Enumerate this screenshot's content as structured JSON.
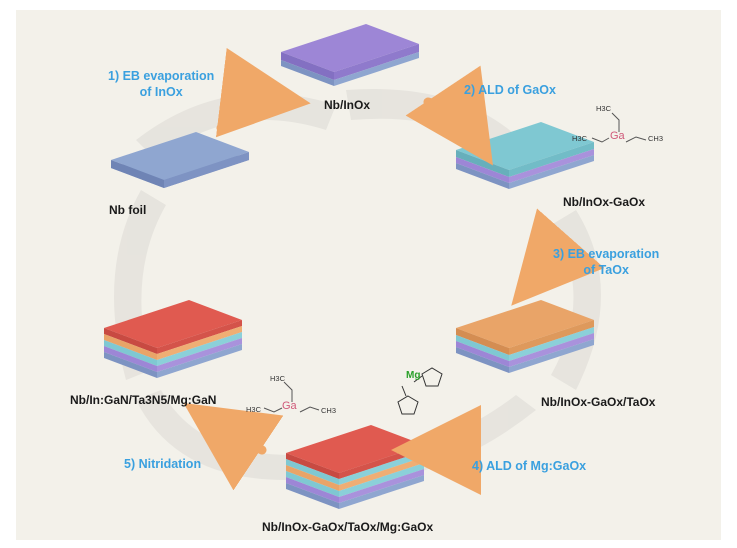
{
  "stack_labels": {
    "nb_foil": "Nb foil",
    "nb_inox": "Nb/InOx",
    "nb_inox_gaox": "Nb/InOx-GaOx",
    "nb_inox_gaox_taox": "Nb/InOx-GaOx/TaOx",
    "nb_inox_gaox_taox_mggaox": "Nb/InOx-GaOx/TaOx/Mg:GaOx",
    "nb_in_gan_final": "Nb/In:GaN/Ta3N5/Mg:GaN"
  },
  "steps": {
    "step1_line1": "1) EB evaporation",
    "step1_line2": "of InOx",
    "step2": "2) ALD of GaOx",
    "step3_line1": "3) EB evaporation",
    "step3_line2": "of TaOx",
    "step4": "4) ALD of Mg:GaOx",
    "step5": "5) Nitridation"
  },
  "chemistry": {
    "ga_symbol": "Ga",
    "mg_symbol": "Mg",
    "methyl_h3c": "H3C",
    "methyl_ch3": "CH3"
  },
  "colors": {
    "background": "#f3f1ea",
    "step_text": "#3aa0df",
    "arrow": "#f0a868",
    "nb_layer": "#8fa6d0",
    "inox_layer": "#9d86d6",
    "gaox_layer": "#7fc8d2",
    "taox_layer": "#e9a468",
    "gan_layer": "#e05a50"
  }
}
